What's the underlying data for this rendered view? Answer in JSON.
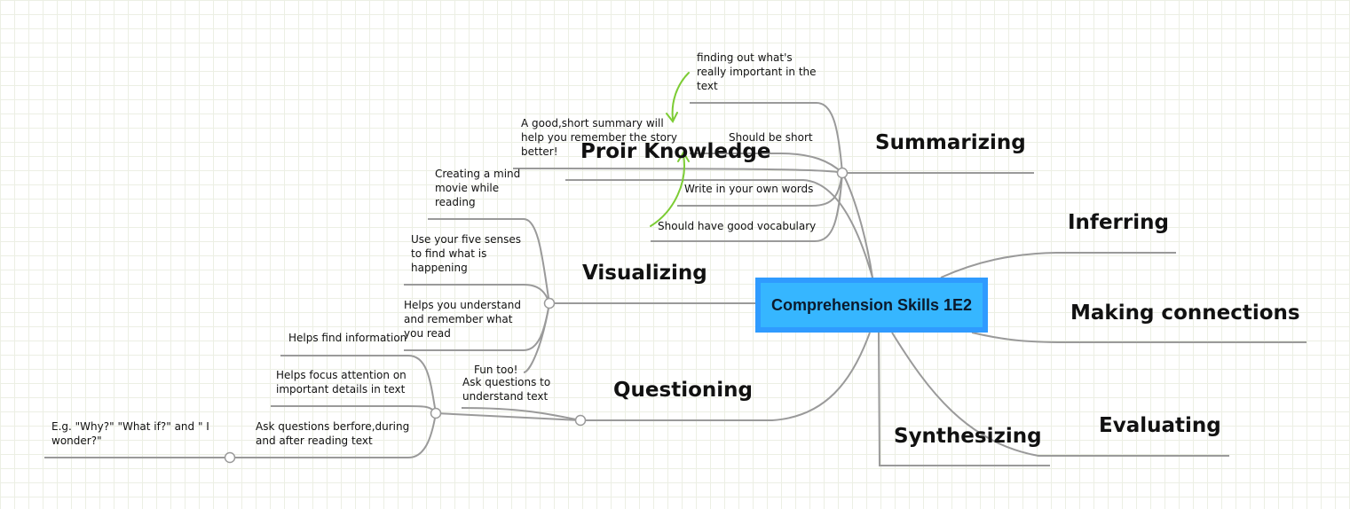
{
  "central": "Comprehension Skills 1E2",
  "topics": {
    "summarizing": "Summarizing",
    "inferring": "Inferring",
    "making_connections": "Making connections",
    "evaluating": "Evaluating",
    "synthesizing": "Synthesizing",
    "questioning": "Questioning",
    "visualizing": "Visualizing",
    "prior_knowledge": "Proir Knowledge"
  },
  "summarizing": [
    "finding out what's\nreally important in the\ntext",
    "Should be short",
    "A good,short summary will\nhelp you remember the story\nbetter!",
    "Write in your own words",
    "Should have good vocabulary"
  ],
  "visualizing": [
    "Creating a mind\nmovie while\nreading",
    "Use your five senses\nto find what is\nhappening",
    "Helps you understand\nand remember what\nyou read"
  ],
  "questioning": {
    "fun": "Fun too!",
    "ask": "Ask questions to\nunderstand text",
    "sub": [
      "Helps find information",
      "Helps focus attention on\nimportant details in text",
      "Ask questions berfore,during\nand after reading text"
    ],
    "example": "E.g. \"Why?\" \"What if?\" and \" I\nwonder?\""
  },
  "colors": {
    "line": "#9a9a9a",
    "arrow": "#7ccc34",
    "center_outer": "#2f9bff",
    "center_inner": "#36b6ff"
  }
}
